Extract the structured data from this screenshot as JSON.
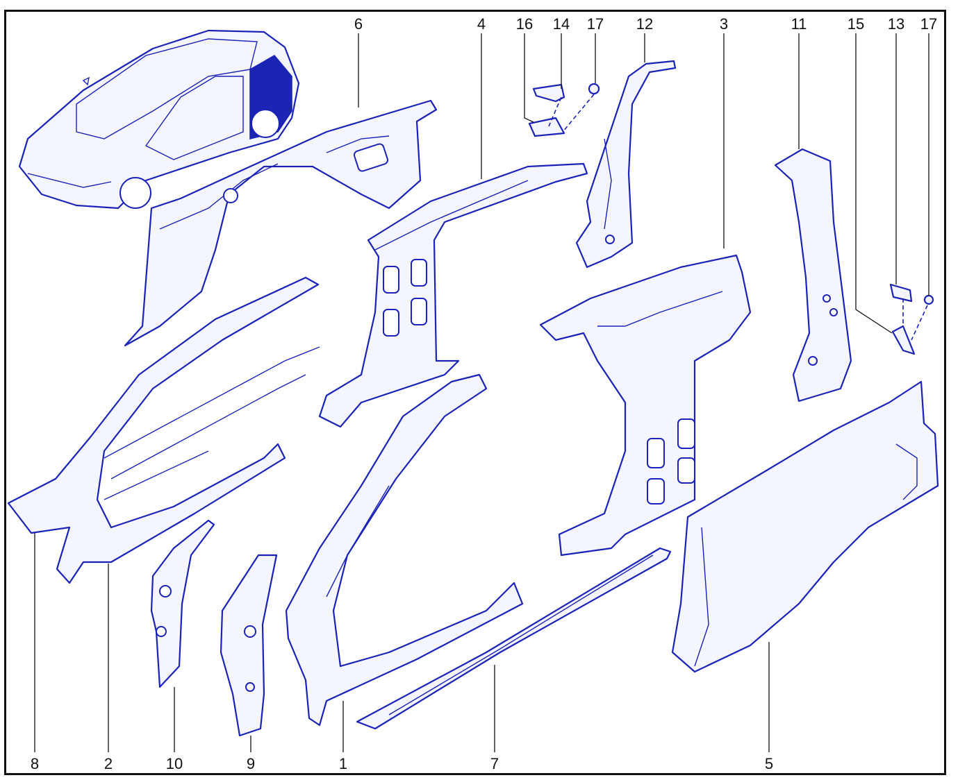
{
  "diagram": {
    "callouts": [
      {
        "id": "c6",
        "text": "6"
      },
      {
        "id": "c4",
        "text": "4"
      },
      {
        "id": "c16",
        "text": "16"
      },
      {
        "id": "c14",
        "text": "14"
      },
      {
        "id": "c17a",
        "text": "17"
      },
      {
        "id": "c12",
        "text": "12"
      },
      {
        "id": "c3",
        "text": "3"
      },
      {
        "id": "c11",
        "text": "11"
      },
      {
        "id": "c15",
        "text": "15"
      },
      {
        "id": "c13",
        "text": "13"
      },
      {
        "id": "c17b",
        "text": "17"
      },
      {
        "id": "c8",
        "text": "8"
      },
      {
        "id": "c2",
        "text": "2"
      },
      {
        "id": "c10",
        "text": "10"
      },
      {
        "id": "c9",
        "text": "9"
      },
      {
        "id": "c1",
        "text": "1"
      },
      {
        "id": "c7",
        "text": "7"
      },
      {
        "id": "c5",
        "text": "5"
      }
    ],
    "colors": {
      "line": "#1a22b8",
      "fill": "#f4f5ff",
      "frame": "#111111"
    }
  }
}
